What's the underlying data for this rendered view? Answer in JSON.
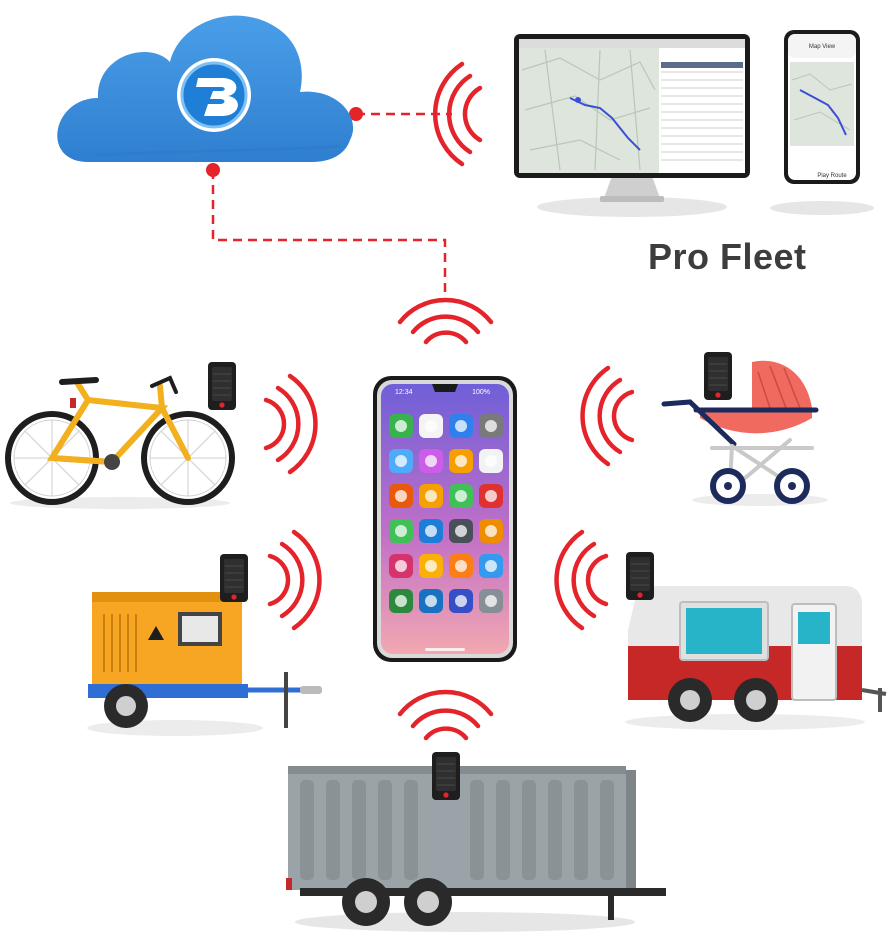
{
  "brand": {
    "caption": "Pro Fleet"
  },
  "phone": {
    "time": "12:34",
    "battery": "100%"
  },
  "mini_phone": {
    "header": "Map View",
    "button": "Play Route"
  },
  "colors": {
    "signal": "#e4242a",
    "cloud": "#3b8fde",
    "cloud_dark": "#2d78c8",
    "link": "#e4242a"
  },
  "icons": [
    "cloud-icon",
    "brand-logo",
    "monitor",
    "mobile-phone",
    "smartphone",
    "tracker-device",
    "bicycle",
    "stroller",
    "generator-trailer",
    "camper-trailer",
    "cargo-container"
  ]
}
